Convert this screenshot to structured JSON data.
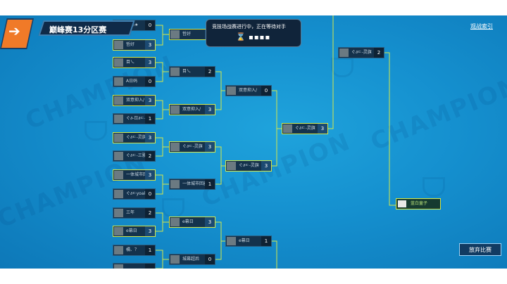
{
  "header": {
    "title": "巅峰赛13分区赛",
    "watch_link": "观战索引",
    "badge_icon": "arrow-badge-icon"
  },
  "status": {
    "message": "竞技场战赛进行中，正在等待对手",
    "icon": "hourglass-icon",
    "dots": "▪▪▪▪"
  },
  "button": {
    "label": "放弃比赛"
  },
  "round1": [
    {
      "name": "目标★",
      "score": "0",
      "win": false
    },
    {
      "name": "哲好",
      "score": "3",
      "win": true
    },
    {
      "name": "目乀",
      "score": "3",
      "win": true
    },
    {
      "name": "A日码",
      "score": "0",
      "win": false
    },
    {
      "name": "双意抑入/",
      "score": "3",
      "win": true
    },
    {
      "name": "ぐ∂-ㄖ∂ㄷ-",
      "score": "1",
      "win": false
    },
    {
      "name": "ぐ∂ㄷ-灵旗",
      "score": "3",
      "win": true
    },
    {
      "name": "ぐ∂ㄷ-三雅",
      "score": "2",
      "win": false
    },
    {
      "name": "一体城市回器",
      "score": "3",
      "win": true
    },
    {
      "name": "ぐ∂ㄷyoak",
      "score": "0",
      "win": false
    },
    {
      "name": "三年",
      "score": "2",
      "win": false
    },
    {
      "name": "e幕日",
      "score": "3",
      "win": true
    },
    {
      "name": "橘、？",
      "score": "1",
      "win": false
    },
    {
      "name": "",
      "score": "",
      "win": false
    }
  ],
  "round2": [
    {
      "name": "哲好",
      "score": "",
      "win": true
    },
    {
      "name": "目乀",
      "score": "2",
      "win": false
    },
    {
      "name": "双意抑入/",
      "score": "3",
      "win": true
    },
    {
      "name": "ぐ∂ㄷ-灵旗",
      "score": "3",
      "win": true
    },
    {
      "name": "一体城市回器",
      "score": "1",
      "win": false
    },
    {
      "name": "e幕日",
      "score": "3",
      "win": true
    },
    {
      "name": "城幕超后",
      "score": "0",
      "win": false
    }
  ],
  "round3": [
    {
      "name": "双意抑入/",
      "score": "0",
      "win": false
    },
    {
      "name": "ぐ∂ㄷ-灵旗",
      "score": "3",
      "win": true
    },
    {
      "name": "e幕日",
      "score": "1",
      "win": false
    }
  ],
  "round4": [
    {
      "name": "ぐ∂ㄷ-灵旗",
      "score": "2",
      "win": false
    },
    {
      "name": "ぐ∂ㄷ-灵旗",
      "score": "3",
      "win": true
    }
  ],
  "final": {
    "name": "蓝白童子"
  },
  "watermark": {
    "text": "CHAMPION"
  },
  "colors": {
    "accent": "#d6e84a",
    "panel": "#14324c",
    "background": "#1590cf",
    "badge": "#f07a28"
  }
}
